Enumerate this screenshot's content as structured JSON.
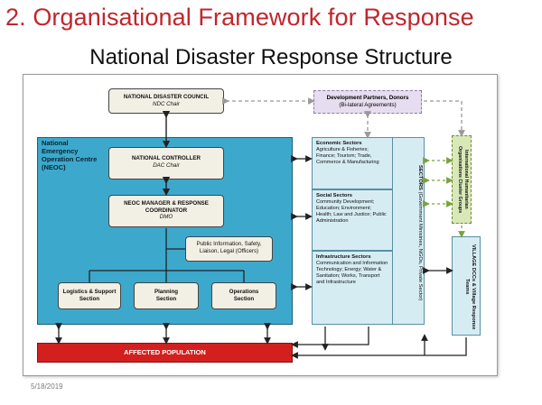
{
  "slide": {
    "title": "2. Organisational Framework for Response",
    "subtitle": "National Disaster Response Structure",
    "date": "5/18/2019"
  },
  "boxes": {
    "ndc": {
      "title": "NATIONAL DISASTER COUNCIL",
      "sub": "NDC Chair"
    },
    "controller": {
      "title": "NATIONAL CONTROLLER",
      "sub": "DAC Chair"
    },
    "manager": {
      "title": "NEOC MANAGER & RESPONSE COORDINATOR",
      "sub": "DMO"
    },
    "public_info": {
      "title": "Public Information, Safety, Liaison, Legal (Officers)"
    },
    "logistics": {
      "title": "Logistics & Support Section"
    },
    "planning": {
      "title": "Planning Section"
    },
    "operations": {
      "title": "Operations Section"
    },
    "neoc": {
      "label": "National Emergency Operation Centre (NEOC)"
    },
    "affected": {
      "label": "AFFECTED POPULATION"
    },
    "dev_partners": {
      "title": "Development Partners, Donors",
      "sub": "(Bi-lateral Agreements)"
    },
    "intl": {
      "label": "International Humanitarian Organisations Cluster Groups"
    },
    "village": {
      "label": "VILLAGE DCCs & Village Response Teams"
    },
    "sectors_side": {
      "title": "SECTORS",
      "sub": "(Government Ministries, NGOs, Private Sector)"
    }
  },
  "sectors": [
    {
      "heading": "Economic Sectors",
      "body": "Agriculture & Fisheries; Finance; Tourism; Trade, Commerce & Manufacturing"
    },
    {
      "heading": "Social Sectors",
      "body": "Community Development; Education; Environment; Health; Law and Justice; Public Administration"
    },
    {
      "heading": "Infrastructure Sectors",
      "body": "Communication and Information Technology; Energy; Water & Sanitation; Works, Transport and Infrastructure"
    }
  ],
  "colors": {
    "title": "#c0262d",
    "neoc_fill": "#3ca9cc",
    "sector_fill": "#d6ecf3",
    "affected_fill": "#d41f1f",
    "dev_fill": "#e6def0",
    "intl_fill": "#d9e8b8"
  }
}
